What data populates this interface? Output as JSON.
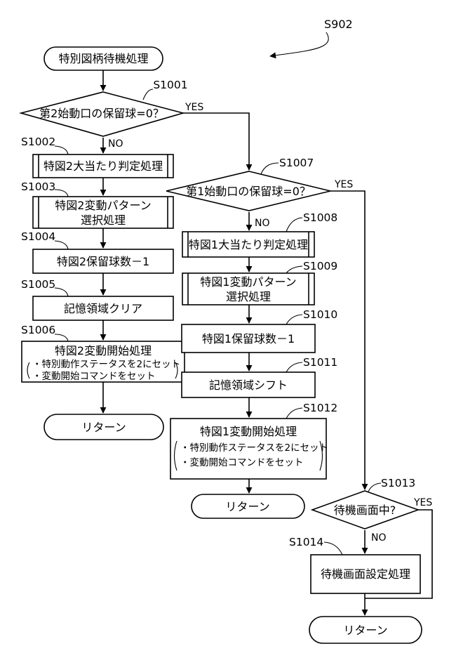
{
  "figure_label": "S902",
  "terminals": {
    "start": "特別図柄待機処理",
    "return_left": "リターン",
    "return_mid": "リターン",
    "return_right": "リターン"
  },
  "decisions": {
    "d1001": {
      "step": "S1001",
      "text": "第2始動口の保留球=0？",
      "yes": "YES",
      "no": "NO"
    },
    "d1007": {
      "step": "S1007",
      "text": "第1始動口の保留球=0？",
      "yes": "YES",
      "no": "NO"
    },
    "d1013": {
      "step": "S1013",
      "text": "待機画面中?",
      "yes": "YES",
      "no": "NO"
    }
  },
  "processes": {
    "p1002": {
      "step": "S1002",
      "text": "特図2大当たり判定処理"
    },
    "p1003": {
      "step": "S1003",
      "line1": "特図2変動パターン",
      "line2": "選択処理"
    },
    "p1004": {
      "step": "S1004",
      "text": "特図2保留球数－1"
    },
    "p1005": {
      "step": "S1005",
      "text": "記憶領域クリア"
    },
    "p1006": {
      "step": "S1006",
      "title": "特図2変動開始処理",
      "line1": "・特別動作ステータスを2にセット",
      "line2": "・変動開始コマンドをセット"
    },
    "p1008": {
      "step": "S1008",
      "text": "特図1大当たり判定処理"
    },
    "p1009": {
      "step": "S1009",
      "line1": "特図1変動パターン",
      "line2": "選択処理"
    },
    "p1010": {
      "step": "S1010",
      "text": "特図1保留球数－1"
    },
    "p1011": {
      "step": "S1011",
      "text": "記憶領域シフト"
    },
    "p1012": {
      "step": "S1012",
      "title": "特図1変動開始処理",
      "line1": "・特別動作ステータスを2にセット",
      "line2": "・変動開始コマンドをセット"
    },
    "p1014": {
      "step": "S1014",
      "text": "待機画面設定処理"
    }
  }
}
